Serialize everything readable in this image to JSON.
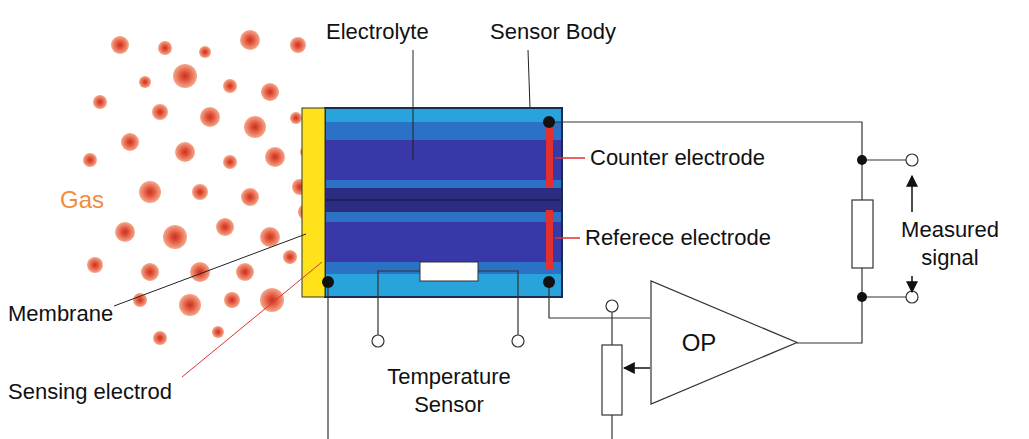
{
  "diagram": {
    "nodes": [
      {
        "text": [
          "OP"
        ]
      }
    ],
    "labels": [
      "Electrolyte",
      "Sensor Body",
      "Gas",
      "Counter electrode",
      "Referece electrode",
      "Measured signal",
      "Membrane",
      "Sensing electrod",
      "Temperature Sensor"
    ]
  }
}
